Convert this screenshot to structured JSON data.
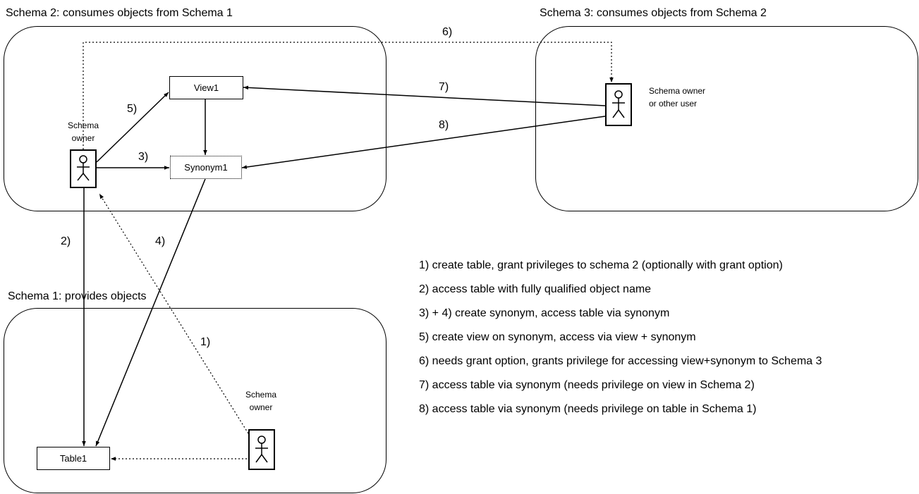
{
  "regions": {
    "schema2": {
      "title": "Schema 2: consumes objects from Schema 1"
    },
    "schema3": {
      "title": "Schema 3: consumes objects from Schema 2"
    },
    "schema1": {
      "title": "Schema 1: provides objects"
    }
  },
  "objects": {
    "view1": "View1",
    "synonym1": "Synonym1",
    "table1": "Table1"
  },
  "actors": {
    "schema2_owner": [
      "Schema",
      "owner"
    ],
    "schema1_owner": [
      "Schema",
      "owner"
    ],
    "schema3_user": [
      "Schema owner",
      "or other user"
    ]
  },
  "steps": {
    "s1": "1)",
    "s2": "2)",
    "s3": "3)",
    "s4": "4)",
    "s5": "5)",
    "s6": "6)",
    "s7": "7)",
    "s8": "8)"
  },
  "legend": [
    "1) create table, grant privileges to schema 2 (optionally with grant option)",
    "2) access table with fully qualified object name",
    "3) + 4) create synonym, access table via synonym",
    "5) create view on synonym, access via view + synonym",
    "6) needs grant option, grants privilege for accessing view+synonym to Schema 3",
    "7) access table via synonym (needs privilege on view in Schema 2)",
    "8) access table via synonym (needs privilege on table in Schema 1)"
  ]
}
